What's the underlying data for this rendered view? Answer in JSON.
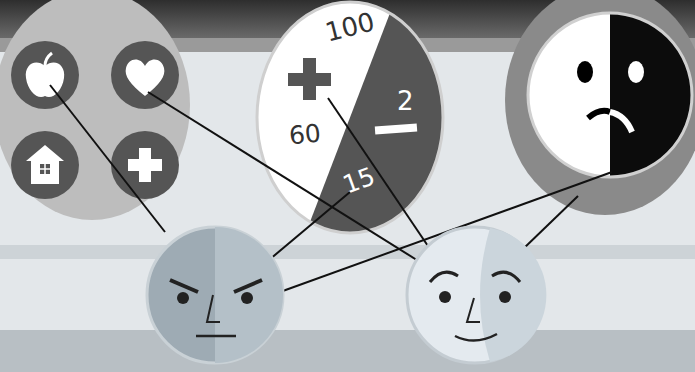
{
  "diagram": {
    "nodes": [
      {
        "text": [
          "100",
          "60",
          "2",
          "15"
        ]
      }
    ]
  }
}
